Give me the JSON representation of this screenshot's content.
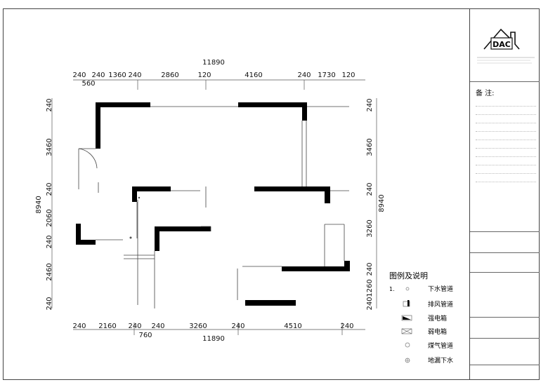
{
  "dimensions": {
    "top_total": "11890",
    "top": [
      "240",
      "240",
      "1360",
      "240",
      "2860",
      "120",
      "4160",
      "240",
      "1730",
      "120"
    ],
    "top_sub": "560",
    "bottom_total": "11890",
    "bottom": [
      "240",
      "2160",
      "240",
      "240",
      "3260",
      "240",
      "4510",
      "240"
    ],
    "bottom_sub": "760",
    "left_total": "8940",
    "left": [
      "240",
      "3460",
      "240",
      "2060",
      "240",
      "2460",
      "240"
    ],
    "right_total": "8940",
    "right": [
      "240",
      "3460",
      "240",
      "3260",
      "240",
      "1260",
      "240"
    ]
  },
  "legend": {
    "title": "图例及说明",
    "items": [
      {
        "num": "1.",
        "label": "下水管道",
        "icon": "drain-pipe-icon"
      },
      {
        "num": "",
        "label": "排风管道",
        "icon": "exhaust-duct-icon"
      },
      {
        "num": "",
        "label": "强电箱",
        "icon": "power-box-icon"
      },
      {
        "num": "",
        "label": "弱电箱",
        "icon": "weak-current-box-icon"
      },
      {
        "num": "",
        "label": "煤气管道",
        "icon": "gas-pipe-icon"
      },
      {
        "num": "",
        "label": "地漏下水",
        "icon": "floor-drain-icon"
      }
    ]
  },
  "title_block": {
    "logo": "DAC",
    "notes_title": "备 注:",
    "colors": {
      "ink": "#000000",
      "wall": "#000000",
      "thin_line": "#555555"
    }
  }
}
